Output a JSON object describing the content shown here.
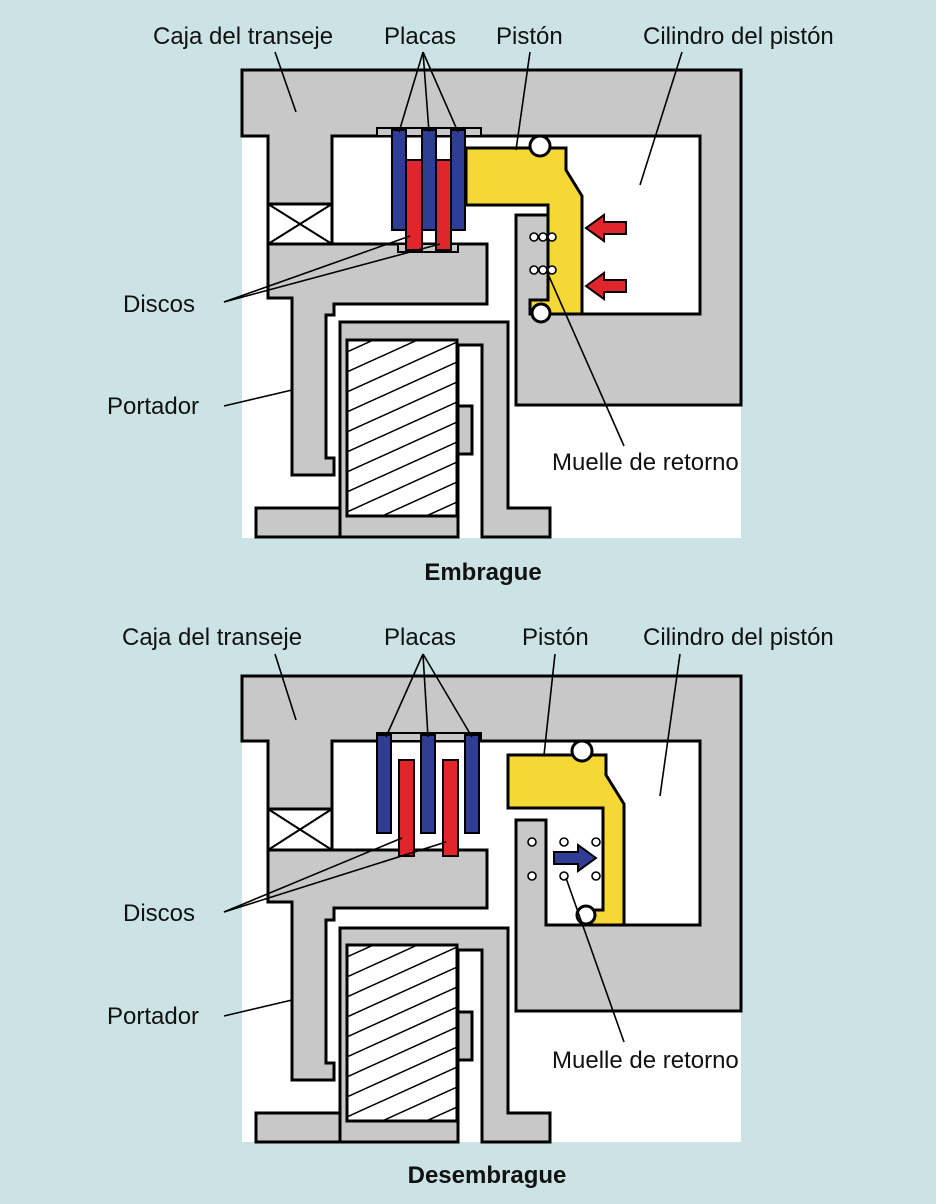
{
  "colors": {
    "background": "#cce3e6",
    "housing": "#c8c8c8",
    "plates": "#2f3d94",
    "discs": "#e0262b",
    "piston": "#f5d835",
    "arrow_apply": "#e0262b",
    "arrow_release": "#2f3d94"
  },
  "labels": {
    "housing": "Caja del transeje",
    "plates": "Placas",
    "piston": "Pistón",
    "cylinder": "Cilindro del pistón",
    "discs": "Discos",
    "carrier": "Portador",
    "spring": "Muelle de retorno"
  },
  "panels": [
    {
      "caption": "Embrague",
      "state": "applied",
      "arrow_icon": "pressure-arrow-left-icon"
    },
    {
      "caption": "Desembrague",
      "state": "released",
      "arrow_icon": "release-arrow-right-icon"
    }
  ]
}
